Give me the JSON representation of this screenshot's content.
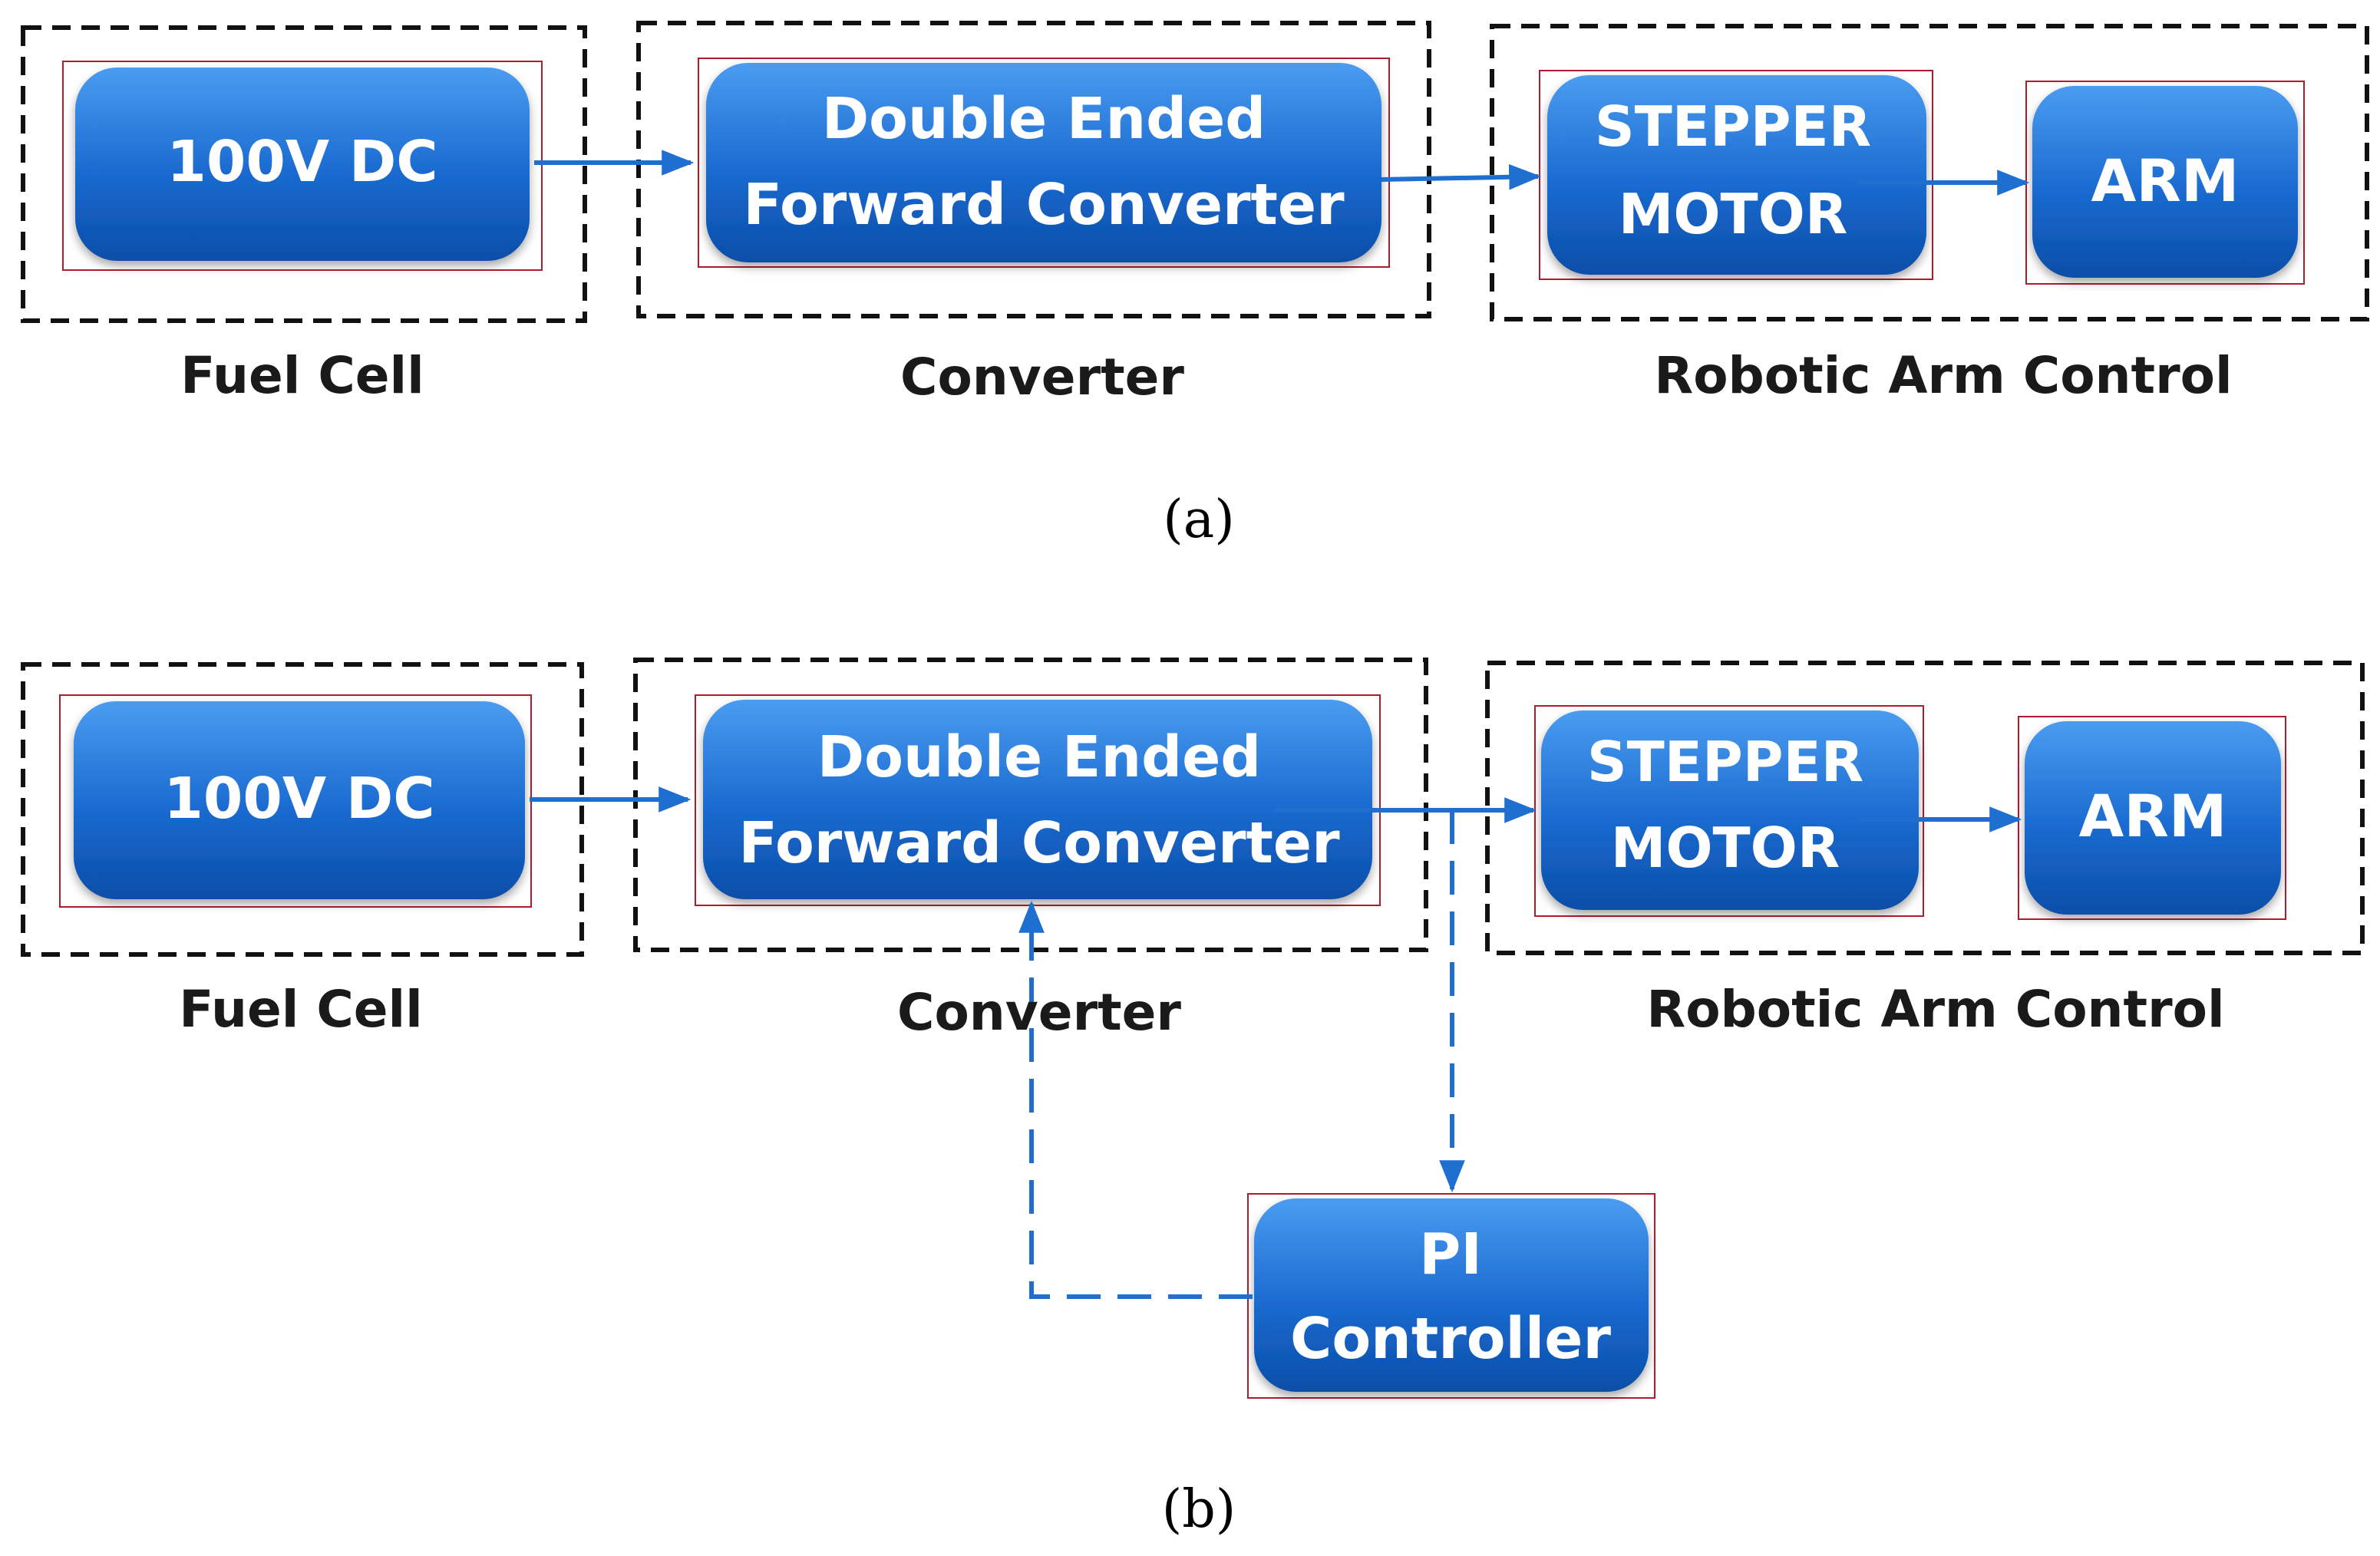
{
  "diagram_a": {
    "caption": "(a)",
    "nodes": {
      "dc_source": {
        "label": "100V DC"
      },
      "converter": {
        "line1": "Double Ended",
        "line2": "Forward Converter"
      },
      "stepper": {
        "line1": "STEPPER",
        "line2": "MOTOR"
      },
      "arm": {
        "label": "ARM"
      }
    },
    "groups": {
      "fuel_cell": "Fuel Cell",
      "converter": "Converter",
      "robotic_arm": "Robotic Arm Control"
    }
  },
  "diagram_b": {
    "caption": "(b)",
    "nodes": {
      "dc_source": {
        "label": "100V DC"
      },
      "converter": {
        "line1": "Double Ended",
        "line2": "Forward Converter"
      },
      "stepper": {
        "line1": "STEPPER",
        "line2": "MOTOR"
      },
      "arm": {
        "label": "ARM"
      },
      "pi": {
        "line1": "PI",
        "line2": "Controller"
      }
    },
    "groups": {
      "fuel_cell": "Fuel Cell",
      "converter": "Converter",
      "robotic_arm": "Robotic Arm Control"
    }
  },
  "colors": {
    "node_top": "#3a8ee6",
    "node_bottom": "#0b52b0",
    "node_outline": "#b01c2e",
    "arrow": "#1f6fd0",
    "group_border": "#111111"
  }
}
